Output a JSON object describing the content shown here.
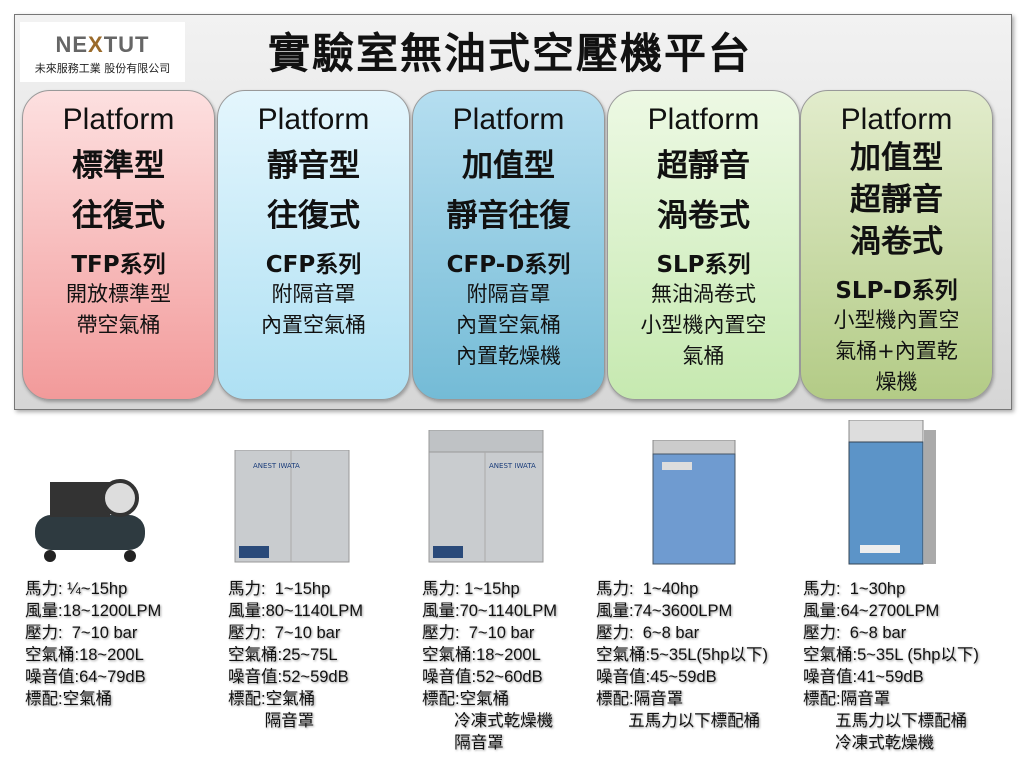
{
  "logo": {
    "brand": "NEXTUT",
    "company": "未來服務工業 股份有限公司"
  },
  "title": "實驗室無油式空壓機平台",
  "colors": [
    "#f7b8b8",
    "#c7eaf7",
    "#8fcbe1",
    "#daf2c9",
    "#c6d9a3"
  ],
  "platforms": [
    {
      "label": "Platform",
      "type": [
        "標準型",
        "往復式"
      ],
      "series": "TFP系列",
      "desc": [
        "開放標準型",
        "帶空氣桶"
      ]
    },
    {
      "label": "Platform",
      "type": [
        "靜音型",
        "往復式"
      ],
      "series": "CFP系列",
      "desc": [
        "附隔音罩",
        "內置空氣桶"
      ]
    },
    {
      "label": "Platform",
      "type": [
        "加值型",
        "靜音往復"
      ],
      "series": "CFP-D系列",
      "desc": [
        "附隔音罩",
        "內置空氣桶",
        "內置乾燥機"
      ]
    },
    {
      "label": "Platform",
      "type": [
        "超靜音",
        "渦卷式"
      ],
      "series": "SLP系列",
      "desc": [
        "無油渦卷式",
        "小型機內置空",
        "氣桶"
      ]
    },
    {
      "label": "Platform",
      "type": [
        "加值型",
        "超靜音",
        "渦卷式"
      ],
      "series": "SLP-D系列",
      "desc": [
        "小型機內置空",
        "氣桶+內置乾",
        "燥機"
      ]
    }
  ],
  "specs": [
    [
      "馬力: ¼~15hp",
      "風量:18~1200LPM",
      "壓力:  7~10 bar",
      "空氣桶:18~200L",
      "噪音值:64~79dB",
      "標配:空氣桶"
    ],
    [
      "馬力:  1~15hp",
      "風量:80~1140LPM",
      "壓力:  7~10 bar",
      "空氣桶:25~75L",
      "噪音值:52~59dB",
      "標配:空氣桶",
      "        隔音罩"
    ],
    [
      "馬力: 1~15hp",
      "風量:70~1140LPM",
      "壓力:  7~10 bar",
      "空氣桶:18~200L",
      "噪音值:52~60dB",
      "標配:空氣桶",
      "       冷凍式乾燥機",
      "       隔音罩"
    ],
    [
      "馬力:  1~40hp",
      "風量:74~3600LPM",
      "壓力:  6~8 bar",
      "空氣桶:5~35L(5hp以下)",
      "噪音值:45~59dB",
      "標配:隔音罩",
      "       五馬力以下標配桶"
    ],
    [
      "馬力:  1~30hp",
      "風量:64~2700LPM",
      "壓力:  6~8 bar",
      "空氣桶:5~35L (5hp以下)",
      "噪音值:41~59dB",
      "標配:隔音罩",
      "       五馬力以下標配桶",
      "       冷凍式乾燥機"
    ]
  ]
}
